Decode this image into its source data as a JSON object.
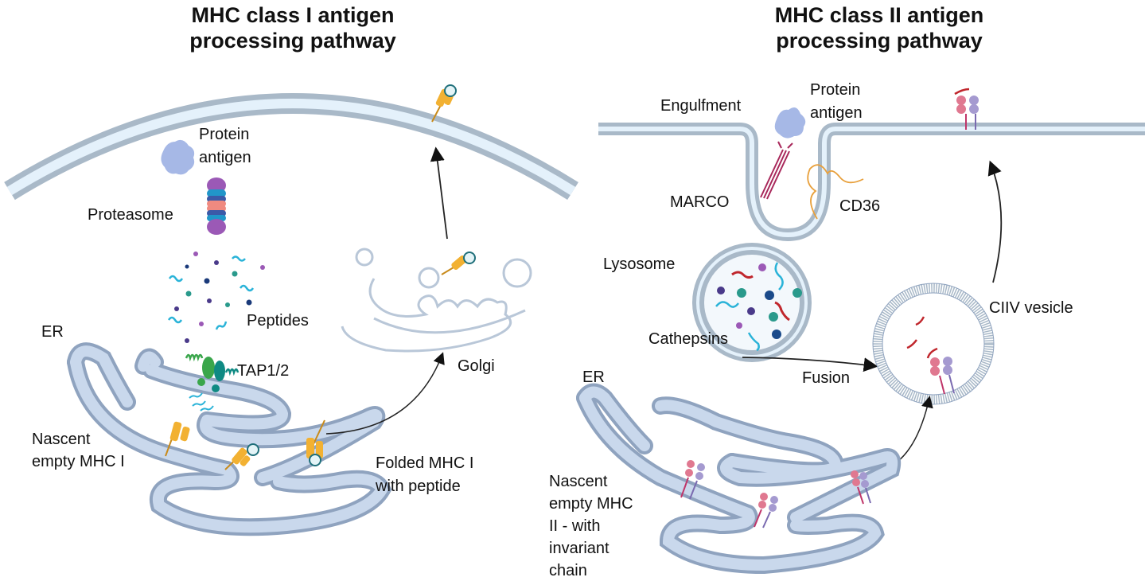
{
  "panels": [
    {
      "title_line1": "MHC class I antigen",
      "title_line2": "processing pathway",
      "labels": {
        "protein_antigen_1": "Protein",
        "protein_antigen_2": "antigen",
        "proteasome": "Proteasome",
        "peptides": "Peptides",
        "er": "ER",
        "tap": "TAP1/2",
        "golgi": "Golgi",
        "nascent_1": "Nascent",
        "nascent_2": "empty MHC I",
        "folded_1": "Folded MHC I",
        "folded_2": "with peptide"
      }
    },
    {
      "title_line1": "MHC class II antigen",
      "title_line2": "processing pathway",
      "labels": {
        "engulfment": "Engulfment",
        "protein_antigen_1": "Protein",
        "protein_antigen_2": "antigen",
        "marco": "MARCO",
        "cd36": "CD36",
        "lysosome": "Lysosome",
        "cathepsins": "Cathepsins",
        "fusion": "Fusion",
        "ciiv": "CIIV vesicle",
        "er": "ER",
        "nascent_1": "Nascent",
        "nascent_2": "empty MHC",
        "nascent_3": "II - with",
        "nascent_4": "invariant",
        "nascent_5": "chain"
      }
    }
  ],
  "colors": {
    "membrane_outer": "#a9b9c8",
    "membrane_inner": "#e4f1fb",
    "er_fill": "#c9d8ec",
    "er_stroke": "#8fa3bf",
    "mhc1": "#f2b132",
    "mhc2_alpha": "#e07890",
    "mhc2_beta": "#a59ad0",
    "peptide_cyan": "#2ab3d8",
    "peptide_red": "#c0262c",
    "proteasome_purple": "#9b59b6",
    "proteasome_blue": "#2196c9",
    "proteasome_salmon": "#f08a80",
    "proteasome_navy": "#3b5aa8",
    "protein_antigen": "#a6b8e6",
    "tap_green": "#3aa64b",
    "tap_teal": "#0f8a83"
  }
}
